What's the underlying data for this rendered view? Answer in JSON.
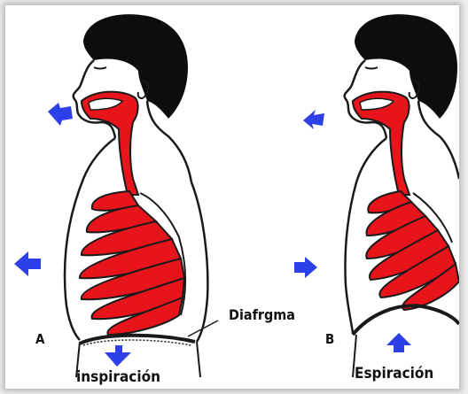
{
  "figures": [
    {
      "letter": "A",
      "phase": "inspiración"
    },
    {
      "letter": "B",
      "phase": "Espiración"
    }
  ],
  "labels": {
    "diaphragm": "Diafrgma"
  },
  "colors": {
    "organ": "#e8141c",
    "arrow": "#2d3fe6",
    "hair": "#0d0d0d",
    "outline": "#1a1a1a"
  },
  "icons": [
    "arrow-left-icon",
    "arrow-right-icon",
    "arrow-up-icon",
    "arrow-down-icon"
  ]
}
